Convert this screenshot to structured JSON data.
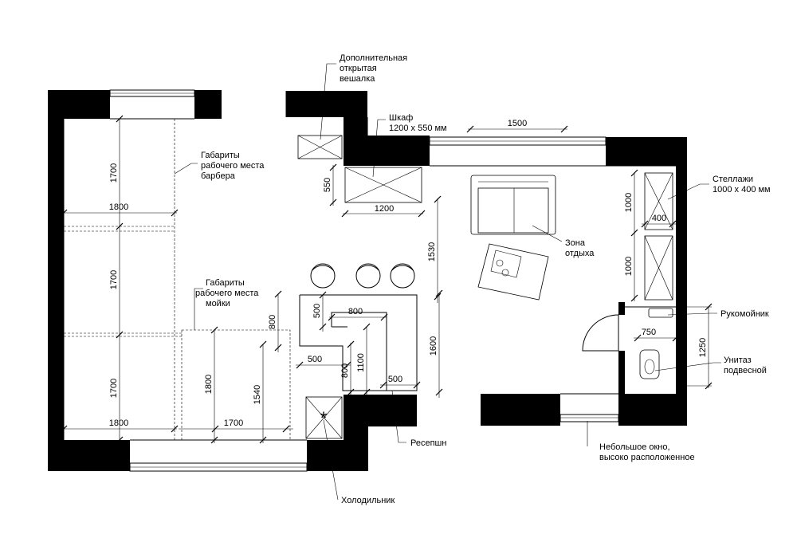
{
  "notes": {
    "hanger": [
      "Дополнительная",
      "открытая",
      "вешалка"
    ],
    "wardrobe": [
      "Шкаф",
      "1200 x 550 мм"
    ],
    "shelves": [
      "Стеллажи",
      "1000 x 400 мм"
    ],
    "barber_zone": [
      "Габариты",
      "рабочего места",
      "барбера"
    ],
    "wash_zone": [
      "Габариты",
      "рабочего места",
      "мойки"
    ],
    "lounge": [
      "Зона",
      "отдыха"
    ],
    "sink": [
      "Рукомойник"
    ],
    "toilet": [
      "Унитаз",
      "подвесной"
    ],
    "window": [
      "Небольшое окно,",
      "высоко расположенное"
    ],
    "reception": [
      "Ресепшн"
    ],
    "fridge": [
      "Холодильник"
    ]
  },
  "dims": {
    "d1700_a": "1700",
    "d1700_b": "1700",
    "d1700_c": "1700",
    "d1800_top": "1800",
    "d1800_bottom": "1800",
    "d1800_wash": "1800",
    "d1700_wash": "1700",
    "d1540": "1540",
    "d800_wash": "800",
    "d550": "550",
    "d1200": "1200",
    "d1530": "1530",
    "d1500": "1500",
    "d1000_a": "1000",
    "d1000_b": "1000",
    "d400": "400",
    "d500_a": "500",
    "d800_top": "800",
    "d500_b": "500",
    "d800_mid": "800",
    "d1100": "1100",
    "d500_c": "500",
    "d1600": "1600",
    "d750": "750",
    "d1250": "1250"
  }
}
